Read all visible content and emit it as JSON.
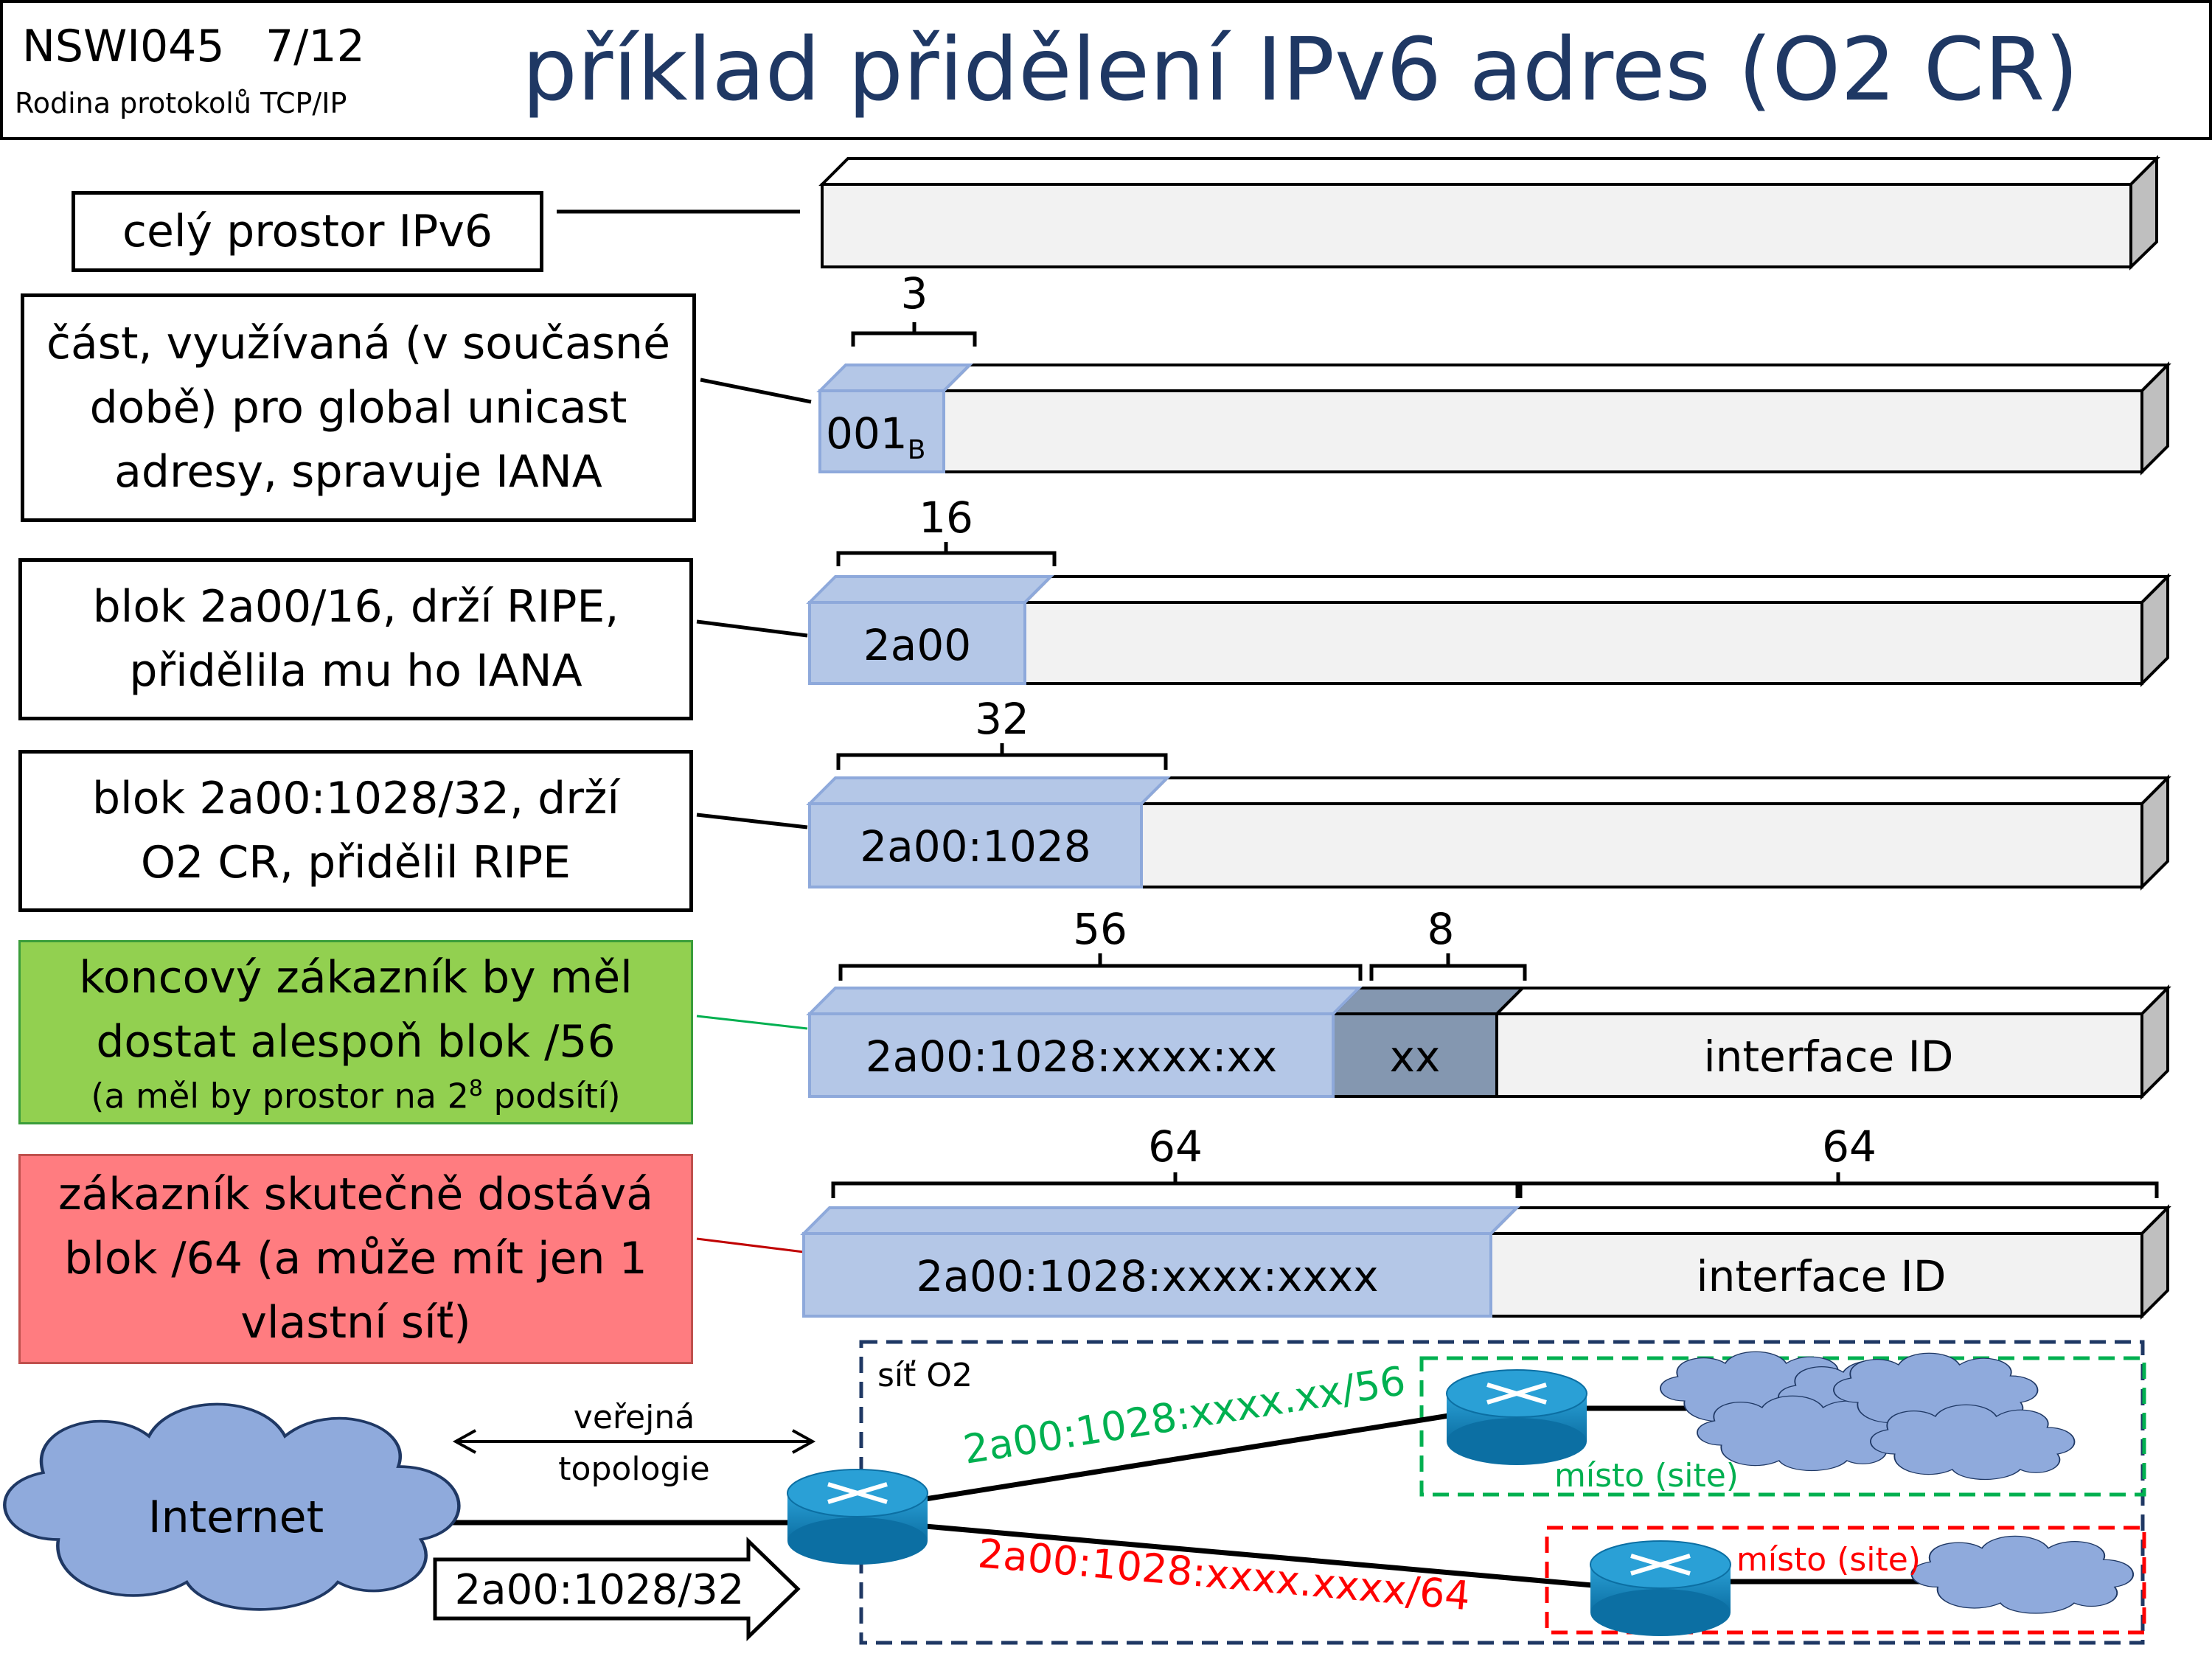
{
  "header": {
    "course_code": "NSWI045",
    "page": "7/12",
    "course_name": "Rodina protokolů TCP/IP",
    "title": "příklad přidělení IPv6 adres (O2 CR)"
  },
  "labels": {
    "row1": {
      "lines": [
        "celý prostor IPv6"
      ]
    },
    "row2": {
      "lines": [
        "část, využívaná (v současné",
        "době) pro global unicast",
        "adresy, spravuje IANA"
      ]
    },
    "row3": {
      "lines": [
        "blok 2a00/16, drží RIPE,",
        "přidělila mu ho IANA"
      ]
    },
    "row4": {
      "lines": [
        "blok 2a00:1028/32, drží",
        "O2 CR, přidělil RIPE"
      ]
    },
    "row5": {
      "lines": [
        "koncový zákazník by měl",
        "dostat alespoň blok /56"
      ],
      "small_pre": "(a měl by prostor na 2",
      "small_sup": "8",
      "small_post": " podsítí)"
    },
    "row6": {
      "lines": [
        "zákazník skutečně dostává",
        "blok /64 (a může mít jen 1",
        "vlastní síť)"
      ]
    }
  },
  "bars": {
    "row2": {
      "prefix_main": "001",
      "prefix_sub": "B",
      "brace": "3"
    },
    "row3": {
      "prefix": "2a00",
      "brace": "16"
    },
    "row4": {
      "prefix": "2a00:1028",
      "brace": "32"
    },
    "row5": {
      "prefix": "2a00:1028:xxxx:xx",
      "mid": "xx",
      "rest": "interface ID",
      "brace1": "56",
      "brace2": "8"
    },
    "row6": {
      "prefix": "2a00:1028:xxxx:xxxx",
      "rest": "interface ID",
      "brace1": "64",
      "brace2": "64"
    }
  },
  "network": {
    "internet": "Internet",
    "public_line1": "veřejná",
    "public_line2": "topologie",
    "announce": "2a00:1028/32",
    "o2_net": "síť O2",
    "route56": "2a00:1028:xxxx.xx/56",
    "route64": "2a00:1028:xxxx.xxxx/64",
    "site_top": "místo (site)",
    "site_bottom": "místo (site)"
  },
  "colors": {
    "title_blue": "#1f3864",
    "prefix_blue": "#b4c7e7",
    "prefix_border": "#8ea9db",
    "subnet_gray": "#8497b0",
    "bar_gray": "#f2f2f2",
    "green_box": "#92d050",
    "red_box": "#ff7c80",
    "green_text": "#00b050",
    "red_text": "#ff0000",
    "router": "#1f93c8",
    "cloud": "#8faadc"
  }
}
